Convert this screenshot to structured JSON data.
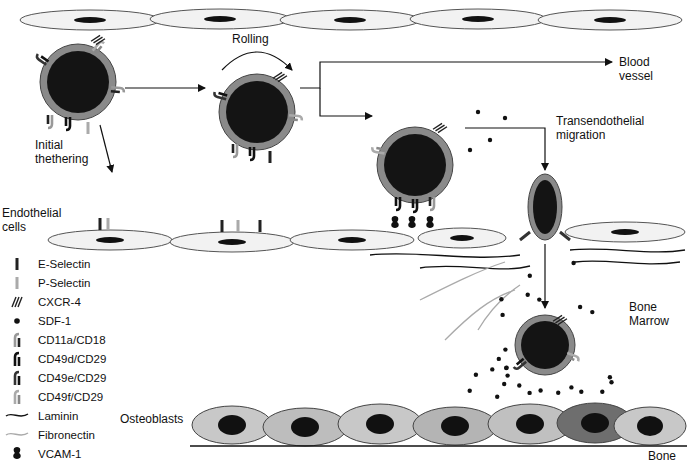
{
  "diagram": {
    "labels": [
      "Blood vessel",
      "Initial thethering",
      "Rolling",
      "Transendothelial migration",
      "Endothelial cells",
      "Bone Marrow",
      "Osteoblasts",
      "Bone"
    ],
    "legend": [
      {
        "text": "E-Selectin"
      },
      {
        "text": "P-Selectin"
      },
      {
        "text": "CXCR-4"
      },
      {
        "text": "SDF-1"
      },
      {
        "text": "CD11a/CD18"
      },
      {
        "text": "CD49d/CD29"
      },
      {
        "text": "CD49e/CD29"
      },
      {
        "text": "CD49f/CD29"
      },
      {
        "text": "Laminin"
      },
      {
        "text": "Fibronectin"
      },
      {
        "text": "VCAM-1"
      }
    ]
  }
}
